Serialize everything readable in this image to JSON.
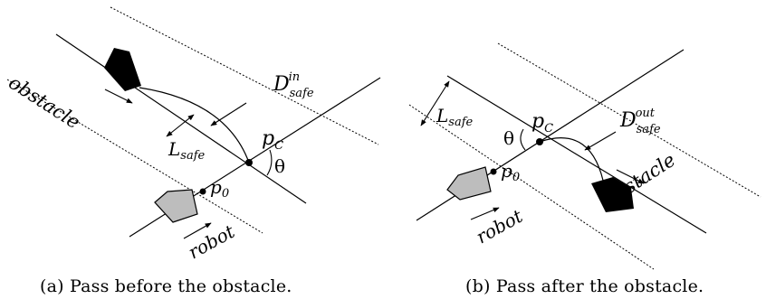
{
  "panel_a": {
    "labels": {
      "obstacle": "obstacle",
      "robot": "robot",
      "d_main": "D",
      "d_sub": "safe",
      "d_sup": "in",
      "l_main": "L",
      "l_sub": "safe",
      "pc_main": "p",
      "pc_sub": "C",
      "p0_main": "p",
      "p0_sub": "0",
      "theta": "θ"
    },
    "caption": "(a) Pass before the obstacle."
  },
  "panel_b": {
    "labels": {
      "obstacle": "obstacle",
      "robot": "robot",
      "d_main": "D",
      "d_sub": "safe",
      "d_sup": "out",
      "l_main": "L",
      "l_sub": "safe",
      "pc_main": "p",
      "pc_sub": "C",
      "p0_main": "p",
      "p0_sub": "0",
      "theta": "θ"
    },
    "caption": "(b) Pass after the obstacle."
  }
}
